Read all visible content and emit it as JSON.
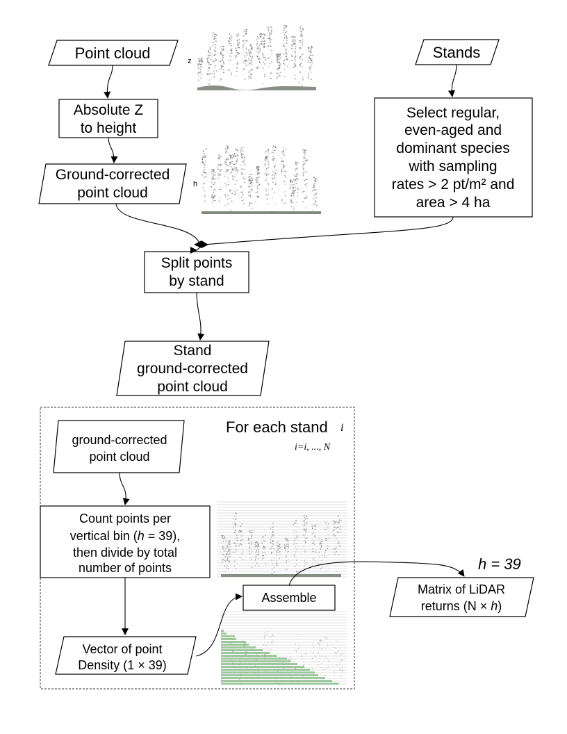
{
  "inputs": {
    "point_cloud": "Point cloud",
    "stands": "Stands"
  },
  "steps": {
    "absolute_z": [
      "Absolute Z",
      "to height"
    ],
    "ground_corrected": [
      "Ground-corrected",
      "point cloud"
    ],
    "select_stands": [
      "Select regular,",
      "even-aged and",
      "dominant species",
      "with sampling",
      "rates > 2 pt/m² and",
      "area > 4 ha"
    ],
    "split_points": [
      "Split points",
      "by stand"
    ],
    "stand_cloud": [
      "Stand",
      "ground-corrected",
      "point cloud"
    ]
  },
  "loop": {
    "title": "For each stand",
    "index_symbol": "i",
    "index_range": "i=i, ..., N",
    "input": [
      "ground-corrected",
      "point cloud"
    ],
    "count_step": [
      "Count points per",
      "vertical bin (",
      "h",
      " = 39),",
      "then divide by total",
      "number of points"
    ],
    "vector": [
      "Vector of point",
      "Density (1 × 39)"
    ],
    "assemble": "Assemble"
  },
  "output": {
    "h_label": "h = 39",
    "matrix": [
      "Matrix of LiDAR",
      "returns (N × ",
      "h",
      ")"
    ]
  },
  "axis_labels": {
    "z": "z",
    "h": "h"
  }
}
